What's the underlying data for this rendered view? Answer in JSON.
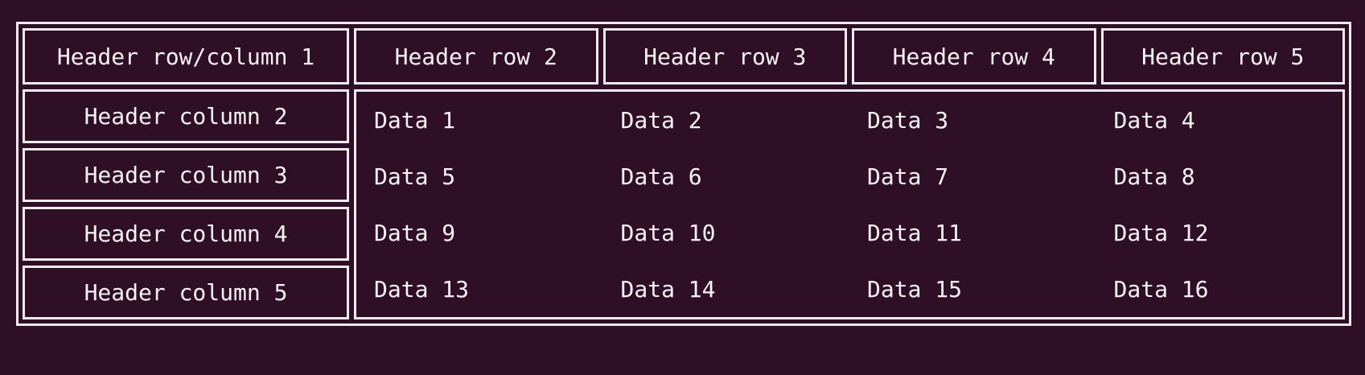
{
  "colors": {
    "background": "#2e0f26",
    "border": "#f2eaf1",
    "text": "#f7f2f6"
  },
  "table": {
    "corner_header": "Header row/column 1",
    "column_headers": [
      "Header row 2",
      "Header row 3",
      "Header row 4",
      "Header row 5"
    ],
    "row_headers": [
      "Header column 2",
      "Header column 3",
      "Header column 4",
      "Header column 5"
    ],
    "rows": [
      [
        "Data 1",
        "Data 2",
        "Data 3",
        "Data 4"
      ],
      [
        "Data 5",
        "Data 6",
        "Data 7",
        "Data 8"
      ],
      [
        "Data 9",
        "Data 10",
        "Data 11",
        "Data 12"
      ],
      [
        "Data 13",
        "Data 14",
        "Data 15",
        "Data 16"
      ]
    ]
  }
}
